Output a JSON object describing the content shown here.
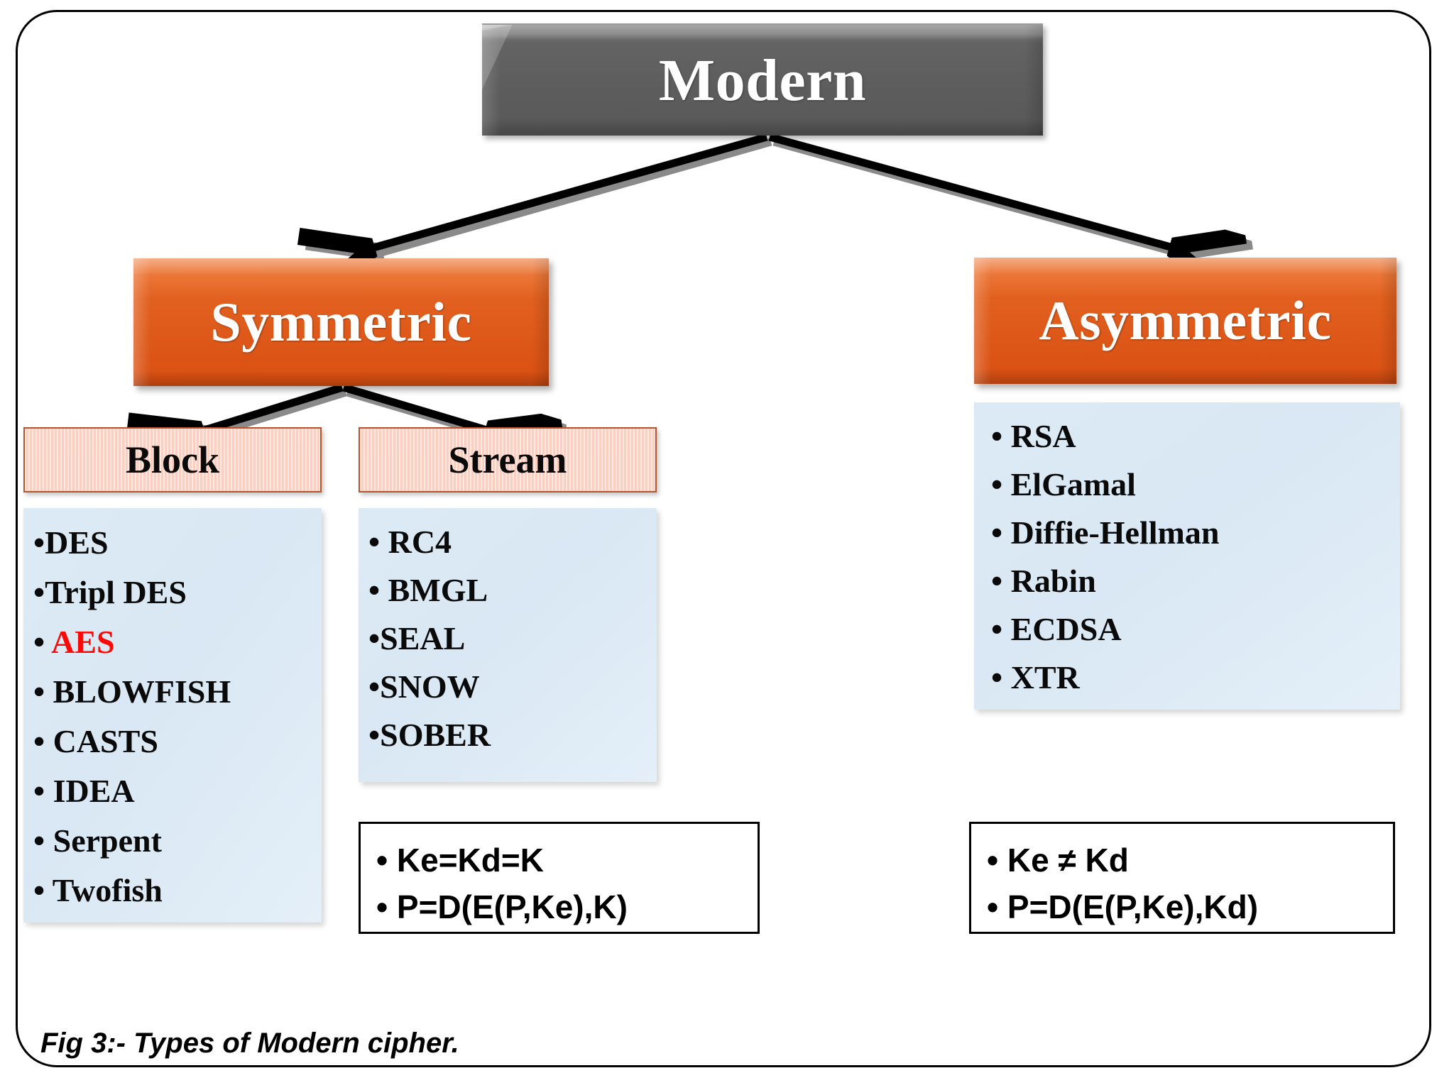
{
  "caption": "Fig 3:- Types of Modern cipher.",
  "root": {
    "label": "Modern"
  },
  "branches": {
    "symmetric": {
      "label": "Symmetric"
    },
    "asymmetric": {
      "label": "Asymmetric"
    }
  },
  "subcategories": {
    "block": {
      "label": "Block"
    },
    "stream": {
      "label": "Stream"
    }
  },
  "lists": {
    "block": {
      "items": [
        {
          "bullet": "•",
          "gap": false,
          "text": "DES",
          "color": "black"
        },
        {
          "bullet": "•",
          "gap": false,
          "text": "Tripl DES",
          "color": "black"
        },
        {
          "bullet": "•",
          "gap": true,
          "text": "AES",
          "color": "red"
        },
        {
          "bullet": "•",
          "gap": true,
          "text": "BLOWFISH",
          "color": "black"
        },
        {
          "bullet": "•",
          "gap": true,
          "text": "CASTS",
          "color": "black"
        },
        {
          "bullet": "•",
          "gap": true,
          "text": "IDEA",
          "color": "black"
        },
        {
          "bullet": "•",
          "gap": true,
          "text": "Serpent",
          "color": "black"
        },
        {
          "bullet": "•",
          "gap": true,
          "text": "Twofish",
          "color": "black"
        }
      ]
    },
    "stream": {
      "items": [
        {
          "bullet": "•",
          "gap": true,
          "text": "RC4",
          "color": "black"
        },
        {
          "bullet": "•",
          "gap": true,
          "text": "BMGL",
          "color": "black"
        },
        {
          "bullet": "•",
          "gap": false,
          "text": "SEAL",
          "color": "black"
        },
        {
          "bullet": "•",
          "gap": false,
          "text": "SNOW",
          "color": "black"
        },
        {
          "bullet": "•",
          "gap": false,
          "text": "SOBER",
          "color": "black"
        }
      ]
    },
    "asymmetric": {
      "items": [
        {
          "bullet": "•",
          "gap": true,
          "text": "RSA",
          "color": "black"
        },
        {
          "bullet": "•",
          "gap": true,
          "text": "ElGamal",
          "color": "black"
        },
        {
          "bullet": "•",
          "gap": true,
          "text": "Diffie-Hellman",
          "color": "black"
        },
        {
          "bullet": "•",
          "gap": true,
          "text": "Rabin",
          "color": "black"
        },
        {
          "bullet": "•",
          "gap": true,
          "text": "ECDSA",
          "color": "black"
        },
        {
          "bullet": "•",
          "gap": true,
          "text": "XTR",
          "color": "black"
        }
      ]
    }
  },
  "formulas": {
    "symmetric": {
      "lines": [
        {
          "bullet": "•",
          "text": "Ke=Kd=K"
        },
        {
          "bullet": "•",
          "text": "P=D(E(P,Ke),K)"
        }
      ]
    },
    "asymmetric": {
      "lines": [
        {
          "bullet": "•",
          "text": "Ke ≠ Kd"
        },
        {
          "bullet": "•",
          "text": "P=D(E(P,Ke),Kd)"
        }
      ]
    }
  },
  "colors": {
    "root_box": "#5d5d5d",
    "branch_box": "#de5c18",
    "subcategory_box": "#fbcfc0",
    "subcategory_border": "#b8532b",
    "list_panel": "#dceaf5",
    "highlight_text": "#fa0a07",
    "frame_border": "#000000"
  }
}
